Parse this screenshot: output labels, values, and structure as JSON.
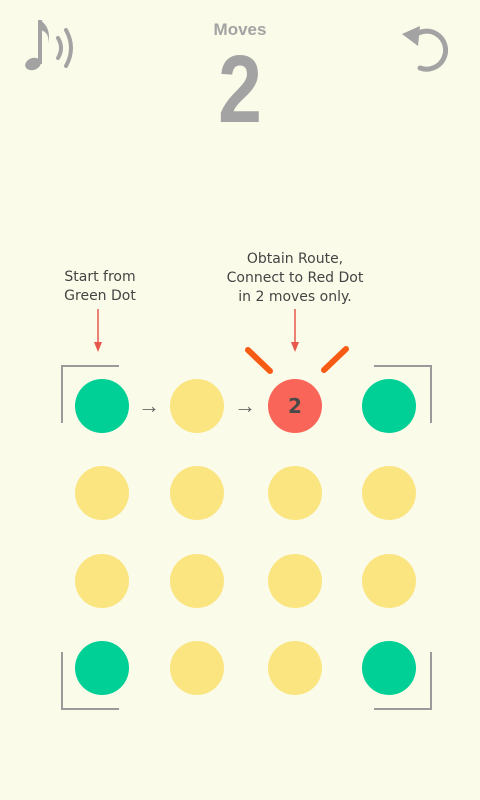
{
  "header": {
    "moves_label": "Moves",
    "moves_count": "2"
  },
  "icons": {
    "sound": "music-note-sound-icon",
    "undo": "undo-icon"
  },
  "hints": {
    "left": "Start from\nGreen Dot",
    "right": "Obtain Route,\nConnect to Red Dot\nin 2 moves only."
  },
  "target_label": "2",
  "colors": {
    "background": "#fbfbe9",
    "yellow_dot": "#fae580",
    "green_dot": "#00cf96",
    "red_dot": "#fa6559",
    "hint_arrow": "#e8574d",
    "spark": "#f75a13",
    "ui_gray": "#a3a3a3"
  },
  "grid": {
    "rows": [
      [
        "green",
        "yellow",
        "red",
        "green"
      ],
      [
        "yellow",
        "yellow",
        "yellow",
        "yellow"
      ],
      [
        "yellow",
        "yellow",
        "yellow",
        "yellow"
      ],
      [
        "green",
        "yellow",
        "yellow",
        "green"
      ]
    ]
  }
}
